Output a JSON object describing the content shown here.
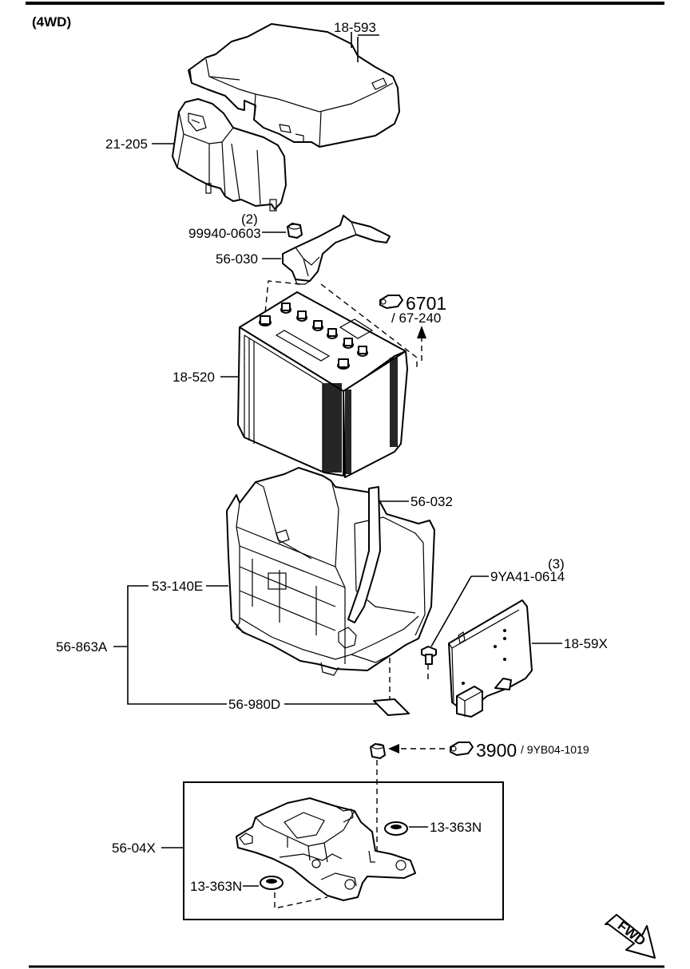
{
  "header": {
    "variant": "(4WD)"
  },
  "labels": {
    "cover_top": "18-593",
    "cover_side": "21-205",
    "nut_qty": "(2)",
    "nut": "99940-0603",
    "clamp": "56-030",
    "ref1_main": "6701",
    "ref1_sub": "/ 67-240",
    "battery": "18-520",
    "bolt_rod": "56-032",
    "tray": "53-140E",
    "bolt_qty": "(3)",
    "bolt": "9YA41-0614",
    "tray_assy": "56-863A",
    "side_plate": "18-59X",
    "pad": "56-980D",
    "ref2_main": "3900",
    "ref2_sub": "/ 9YB04-1019",
    "bracket": "56-04X",
    "grommet_right": "13-363N",
    "grommet_left": "13-363N",
    "fwd": "FWD"
  }
}
